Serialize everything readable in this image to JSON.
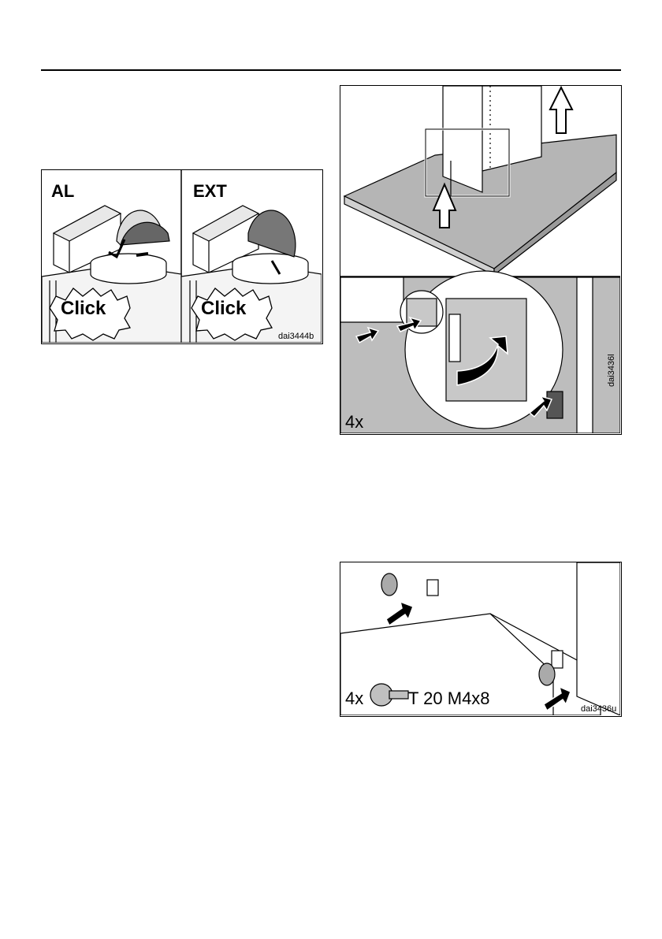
{
  "figure_al_ext": {
    "label_al": "AL",
    "label_ext": "EXT",
    "click_left": "Click",
    "click_right": "Click",
    "code": "dai3444b"
  },
  "figure_clips": {
    "quantity": "4x",
    "code": "dai3436l"
  },
  "figure_screws": {
    "quantity": "4x",
    "screw_spec": "T 20 M4x8",
    "code": "dai3436u"
  }
}
